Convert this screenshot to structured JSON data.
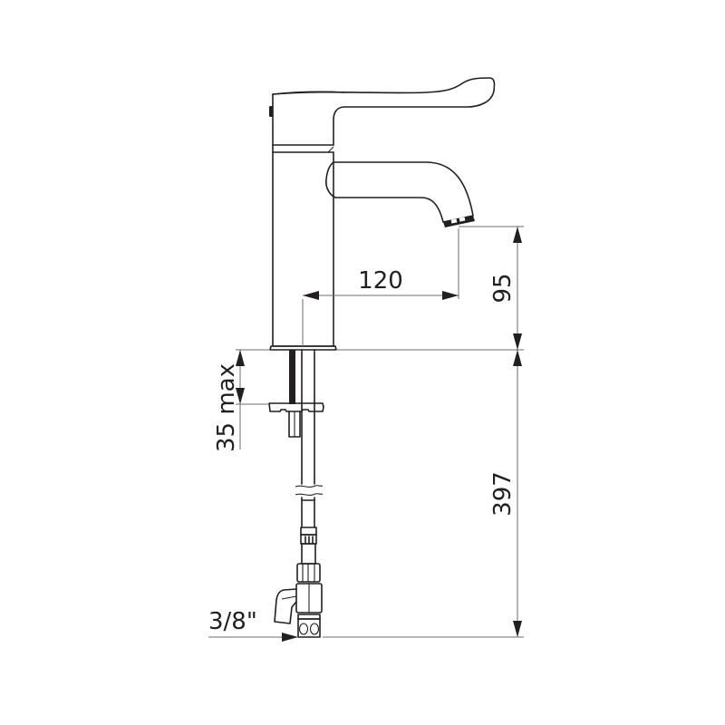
{
  "drawing": {
    "title": "Basin mixer tap — side elevation technical drawing",
    "colors": {
      "line": "#231f20",
      "dimension_line": "#6d6e70",
      "background": "#ffffff"
    }
  },
  "dimensions": {
    "spout_reach": {
      "value": "120",
      "orientation": "horizontal"
    },
    "spout_height": {
      "value": "95",
      "orientation": "vertical"
    },
    "total_height_below": {
      "value": "397",
      "orientation": "vertical"
    },
    "deck_thickness": {
      "value": "35 max",
      "orientation": "vertical"
    },
    "connection": {
      "value": "3/8\"",
      "orientation": "horizontal"
    }
  }
}
